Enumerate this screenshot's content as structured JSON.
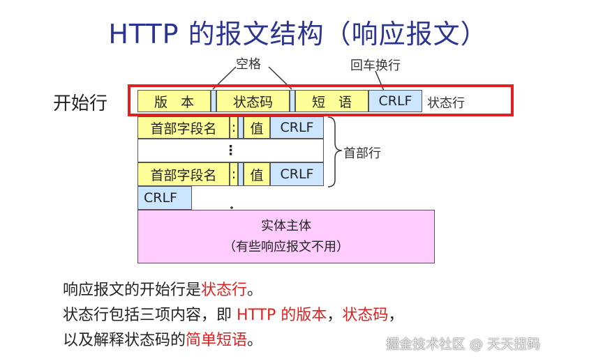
{
  "title": "HTTP 的报文结构（响应报文）",
  "labels": {
    "space": "空格",
    "crlf_note": "回车换行",
    "start_line": "开始行",
    "status_line": "状态行",
    "header_lines": "首部行"
  },
  "start_line_cells": {
    "version": "版　本",
    "status_code": "状态码",
    "phrase": "短　语",
    "crlf": "CRLF"
  },
  "header_rows": [
    {
      "name": "首部字段名",
      "colon": ":",
      "value": "值",
      "crlf": "CRLF"
    },
    {
      "name": "首部字段名",
      "colon": ":",
      "value": "值",
      "crlf": "CRLF"
    }
  ],
  "ellipsis": "⋮",
  "blank_crlf": "CRLF",
  "body": {
    "line1": "实体主体",
    "line2": "（有些响应报文不用）"
  },
  "notes": {
    "line1_a": "响应报文的开始行是",
    "line1_b": "状态行",
    "line1_c": "。",
    "line2_a": "状态行包括三项内容，即 ",
    "line2_b": "HTTP 的版本",
    "line2_c": "，",
    "line2_d": "状态码",
    "line2_e": "，",
    "line3_a": "以及解释状态码的",
    "line3_b": "简单短语",
    "line3_c": "。"
  },
  "watermark": "掘金技术社区 @ 天天扭码",
  "colors": {
    "title": "#2b3590",
    "highlight": "#e02020",
    "yellow_cell": "#ffff99",
    "blue_cell": "#cce6ff",
    "pink_body": "#ffccff"
  }
}
